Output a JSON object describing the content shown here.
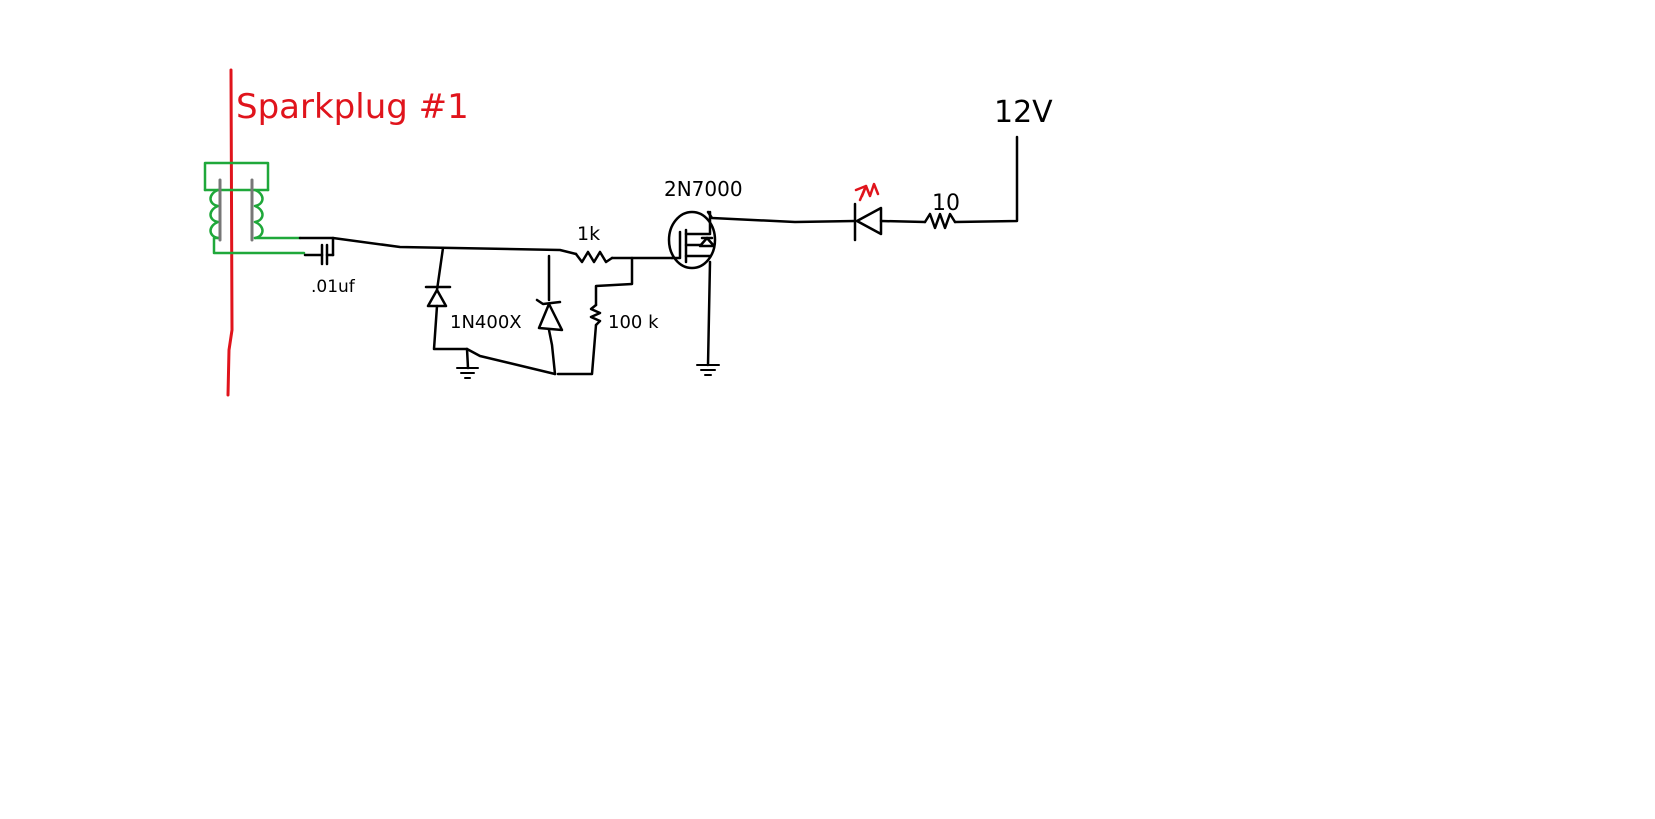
{
  "labels": {
    "sparkplug": "Sparkplug #1",
    "supply": "12V",
    "capacitor": ".01uf",
    "diode": "1N400X",
    "resistor_1k": "1k",
    "resistor_100k": "100 k",
    "mosfet": "2N7000",
    "resistor_10": "10"
  },
  "colors": {
    "wire": "#000000",
    "spark_lead": "#e0141c",
    "pickup_coil": "#1fa83a",
    "coil_core": "#777777",
    "led_arrows": "#e0141c"
  }
}
